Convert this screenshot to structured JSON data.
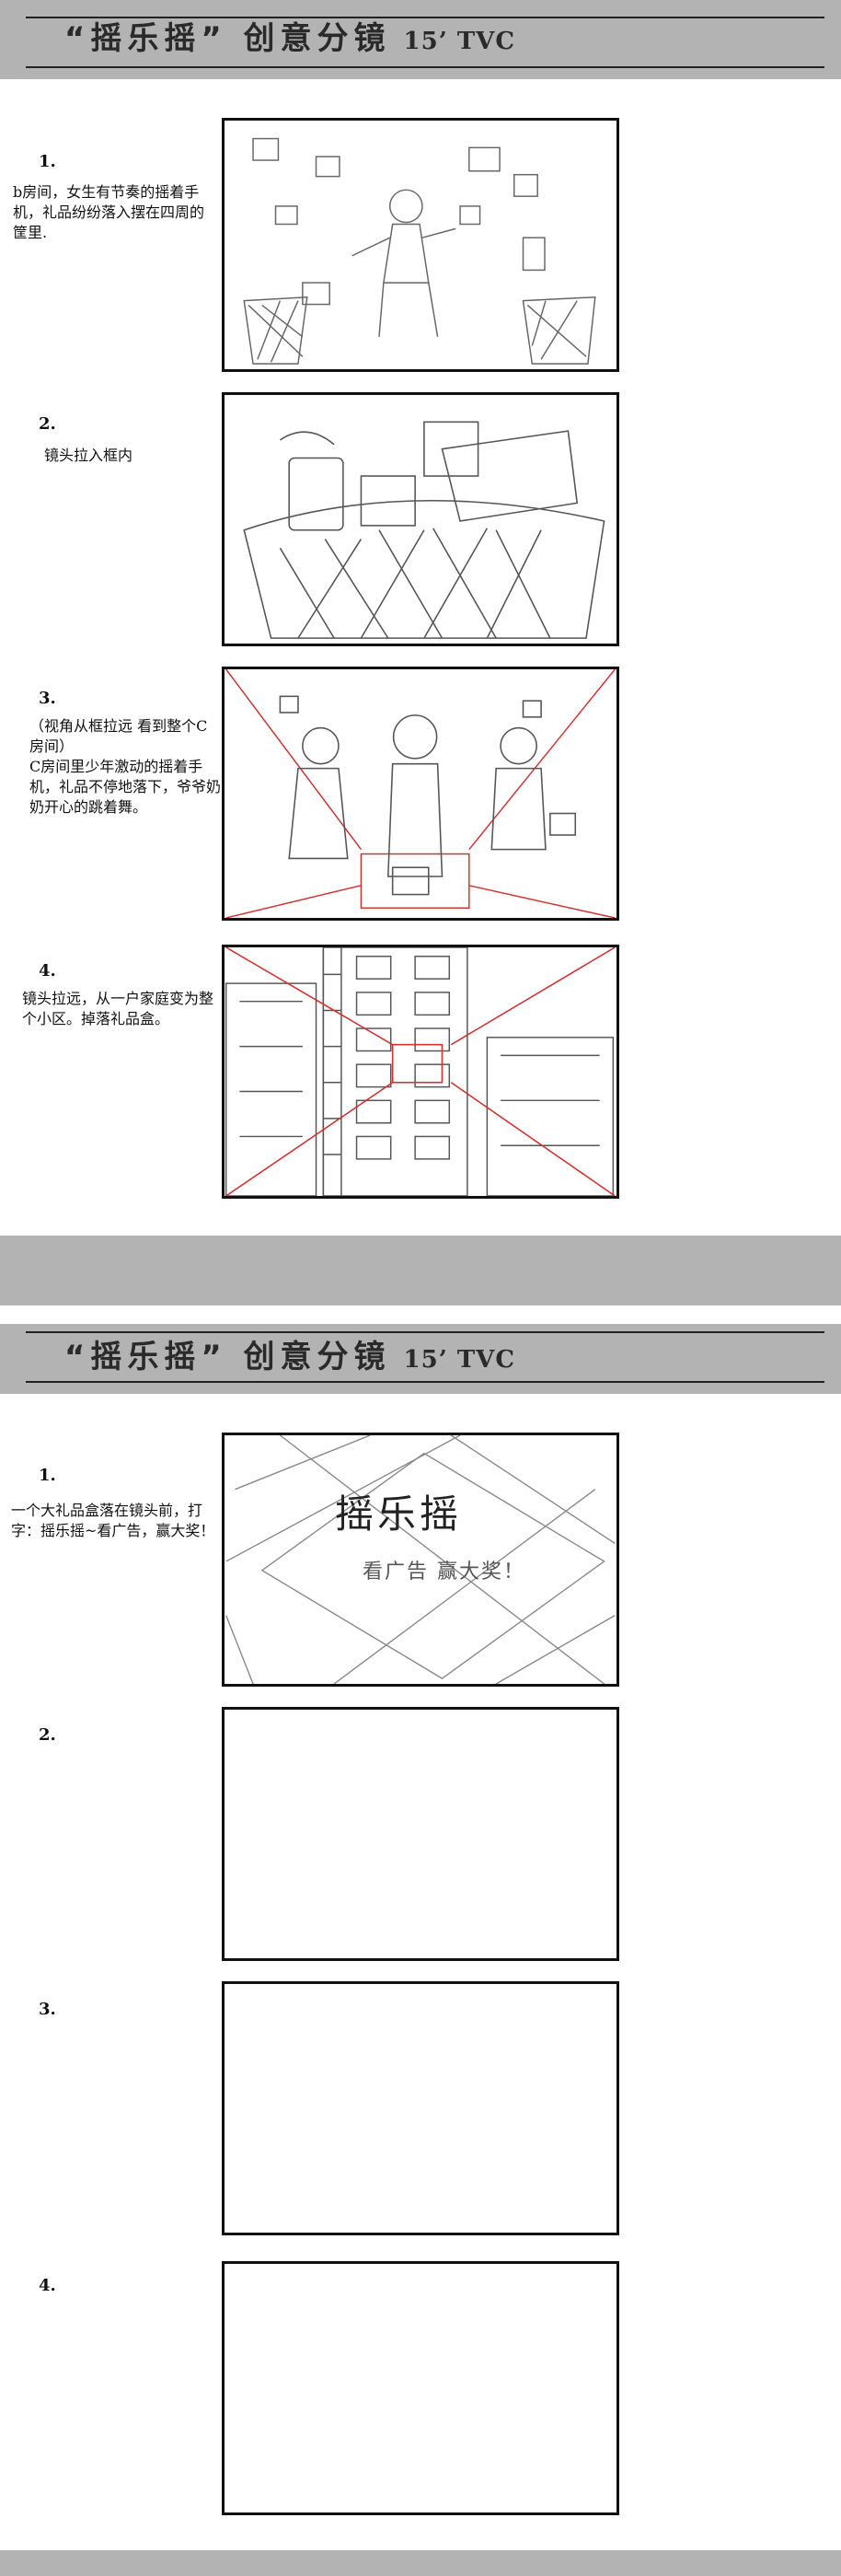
{
  "pages": [
    {
      "header": {
        "title": "“摇乐摇”  创意分镜",
        "subtitle": "15’ TVC"
      },
      "scenes": [
        {
          "number": "1.",
          "caption": "b房间，女生有节奏的摇着手机，礼品纷纷落入摆在四周的筐里."
        },
        {
          "number": "2.",
          "caption": "镜头拉入框内"
        },
        {
          "number": "3.",
          "caption": "（视角从框拉远  看到整个C房间）\nC房间里少年激动的摇着手机，礼品不停地落下，爷爷奶奶开心的跳着舞。"
        },
        {
          "number": "4.",
          "caption": "镜头拉远，从一户家庭变为整个小区。掉落礼品盒。"
        }
      ]
    },
    {
      "header": {
        "title": "“摇乐摇”  创意分镜",
        "subtitle": "15’ TVC"
      },
      "scenes": [
        {
          "number": "1.",
          "caption": "一个大礼品盒落在镜头前，打字：摇乐摇~看广告，赢大奖！",
          "sketch_text": {
            "title": "摇乐摇",
            "slogan": "看广告 赢大奖！"
          }
        },
        {
          "number": "2.",
          "caption": ""
        },
        {
          "number": "3.",
          "caption": ""
        },
        {
          "number": "4.",
          "caption": ""
        }
      ]
    }
  ],
  "colors": {
    "band": "#b3b3b3",
    "sketch_red": "#d43030",
    "ink": "#111111"
  }
}
